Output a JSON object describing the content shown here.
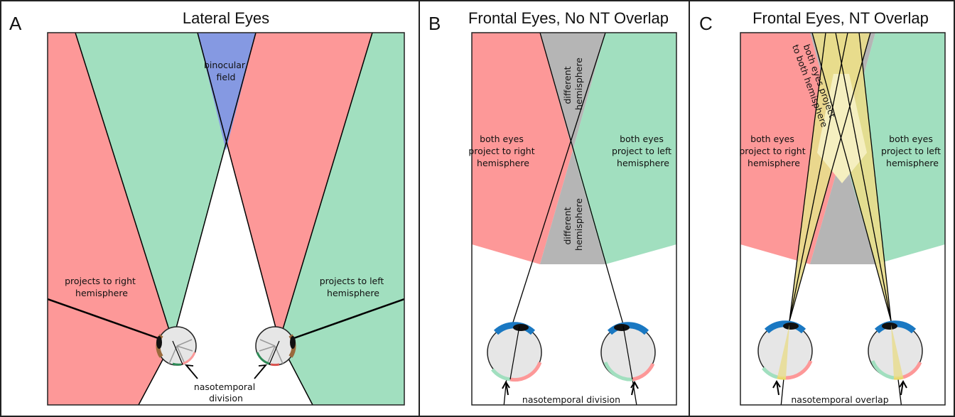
{
  "panels": {
    "a": {
      "letter": "A",
      "title": "Lateral Eyes",
      "binocular": [
        "binocular",
        "field"
      ],
      "right_proj": [
        "projects to right",
        "hemisphere"
      ],
      "left_proj": [
        "projects to left",
        "hemisphere"
      ],
      "division": [
        "nasotemporal",
        "division"
      ]
    },
    "b": {
      "letter": "B",
      "title": "Frontal Eyes, No NT Overlap",
      "right_both": [
        "both eyes",
        "project to right",
        "hemisphere"
      ],
      "left_both": [
        "both eyes",
        "project to left",
        "hemisphere"
      ],
      "diff_top": [
        "different",
        "hemisphere"
      ],
      "diff_bottom": [
        "different",
        "hemisphere"
      ],
      "division": "nasotemporal division"
    },
    "c": {
      "letter": "C",
      "title": "Frontal Eyes, NT Overlap",
      "right_both": [
        "both eyes",
        "project to right",
        "hemisphere"
      ],
      "left_both": [
        "both eyes",
        "project to left",
        "hemisphere"
      ],
      "overlap_proj": [
        "both eyes project",
        "to both hemisphere"
      ],
      "overlap": "nasotemporal overlap"
    }
  },
  "colors": {
    "red": "#fd9898",
    "green": "#a1dfbf",
    "blue": "#8599e2",
    "gray": "#b5b5b5",
    "yellow": "#e8dc8c",
    "light_yellow": "#f5efc0",
    "iris": "#1a78c2",
    "brown_iris": "#9a6a3c"
  }
}
